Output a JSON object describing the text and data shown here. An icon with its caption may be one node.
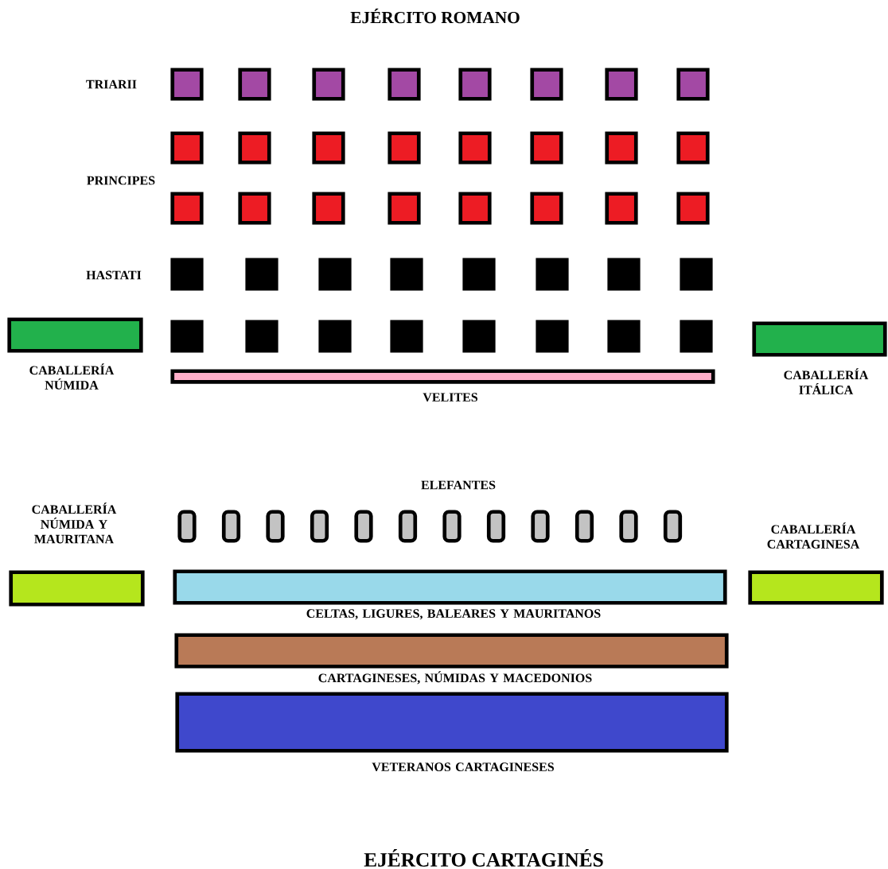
{
  "diagram": {
    "title": "EJÉRCITO ROMANO",
    "nodes": [
      {
        "text": [],
        "shape": "box"
      },
      {
        "text": [],
        "shape": "box"
      },
      {
        "text": [],
        "shape": "box"
      },
      {
        "text": [],
        "shape": "box"
      },
      {
        "text": [],
        "shape": "box"
      },
      {
        "text": [],
        "shape": "box"
      },
      {
        "text": [],
        "shape": "box"
      },
      {
        "text": [],
        "shape": "box"
      },
      {
        "text": [],
        "shape": "box"
      },
      {
        "text": [],
        "shape": "box"
      },
      {
        "text": [],
        "shape": "box"
      },
      {
        "text": [],
        "shape": "box"
      },
      {
        "text": [],
        "shape": "box"
      },
      {
        "text": [],
        "shape": "box"
      },
      {
        "text": [],
        "shape": "box"
      },
      {
        "text": [],
        "shape": "box"
      },
      {
        "text": [],
        "shape": "box"
      },
      {
        "text": [],
        "shape": "box"
      },
      {
        "text": [],
        "shape": "box"
      },
      {
        "text": [],
        "shape": "box"
      },
      {
        "text": [],
        "shape": "box"
      },
      {
        "text": [],
        "shape": "box"
      },
      {
        "text": [],
        "shape": "box"
      },
      {
        "text": [],
        "shape": "box"
      },
      {
        "text": [],
        "shape": "box"
      },
      {
        "text": [],
        "shape": "box"
      },
      {
        "text": [],
        "shape": "box"
      },
      {
        "text": [],
        "shape": "box"
      },
      {
        "text": [],
        "shape": "box"
      },
      {
        "text": [],
        "shape": "box"
      },
      {
        "text": [],
        "shape": "box"
      },
      {
        "text": [],
        "shape": "box"
      },
      {
        "text": [
          "CABALLERÍA NÚMIDA"
        ]
      },
      {
        "text": [],
        "shape": "box"
      },
      {
        "text": [],
        "shape": "box"
      },
      {
        "text": [],
        "shape": "box"
      },
      {
        "text": [],
        "shape": "box"
      },
      {
        "text": [],
        "shape": "box"
      },
      {
        "text": [],
        "shape": "box"
      },
      {
        "text": [],
        "shape": "box"
      },
      {
        "text": [],
        "shape": "box"
      },
      {
        "text": [
          "CABALLERÍA ITÁLICA"
        ]
      },
      {
        "text": [
          "VELITES"
        ]
      },
      {
        "text": [],
        "shape": "box"
      },
      {
        "text": [],
        "shape": "box"
      },
      {
        "text": [],
        "shape": "box"
      },
      {
        "text": [],
        "shape": "box"
      },
      {
        "text": [],
        "shape": "box"
      },
      {
        "text": [],
        "shape": "box"
      },
      {
        "text": [],
        "shape": "box"
      },
      {
        "text": [],
        "shape": "box"
      },
      {
        "text": [],
        "shape": "box"
      },
      {
        "text": [],
        "shape": "box"
      },
      {
        "text": [],
        "shape": "box"
      },
      {
        "text": [],
        "shape": "box"
      },
      {
        "text": [
          "CABALLERÍA NÚMIDA Y MAURITANA"
        ]
      },
      {
        "text": [
          "CELTAS, LIGURES, BALEARES Y MAURITANOS"
        ]
      },
      {
        "text": [
          "CABALLERÍA CARTAGINESA"
        ]
      },
      {
        "text": [
          "CARTAGINESES, NÚMIDAS Y MACEDONIOS"
        ]
      },
      {
        "text": [
          "VETERANOS CARTAGINESES"
        ]
      }
    ],
    "labels": [
      "TRIARII",
      "PRINCIPES",
      "HASTATI",
      "ELEFANTES",
      "EJÉRCITO CARTAGINÉS"
    ]
  }
}
